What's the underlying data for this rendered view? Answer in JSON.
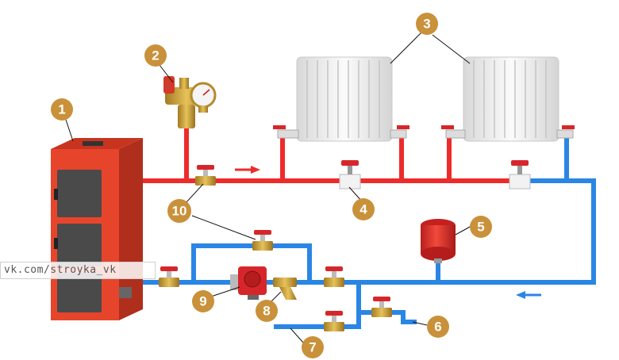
{
  "watermark": "vk.com/stroyka_vk",
  "colors": {
    "supply_pipe": "#ee2b2b",
    "return_pipe": "#2a86e4",
    "badge": "#c9913a",
    "boiler": "#e6452c",
    "boiler_door": "#4a4a4a",
    "radiator": "#eeeeee",
    "valve_handle": "#d7262b",
    "brass": "#c9a23a"
  },
  "callouts": [
    {
      "id": "boiler",
      "label": "1"
    },
    {
      "id": "safety-group",
      "label": "2"
    },
    {
      "id": "radiators",
      "label": "3"
    },
    {
      "id": "bypass-valve-radiator",
      "label": "4"
    },
    {
      "id": "expansion-tank",
      "label": "5"
    },
    {
      "id": "drain-valve",
      "label": "6"
    },
    {
      "id": "fill-line",
      "label": "7"
    },
    {
      "id": "strainer",
      "label": "8"
    },
    {
      "id": "circulation-pump",
      "label": "9"
    },
    {
      "id": "ball-valve",
      "label": "10"
    }
  ]
}
